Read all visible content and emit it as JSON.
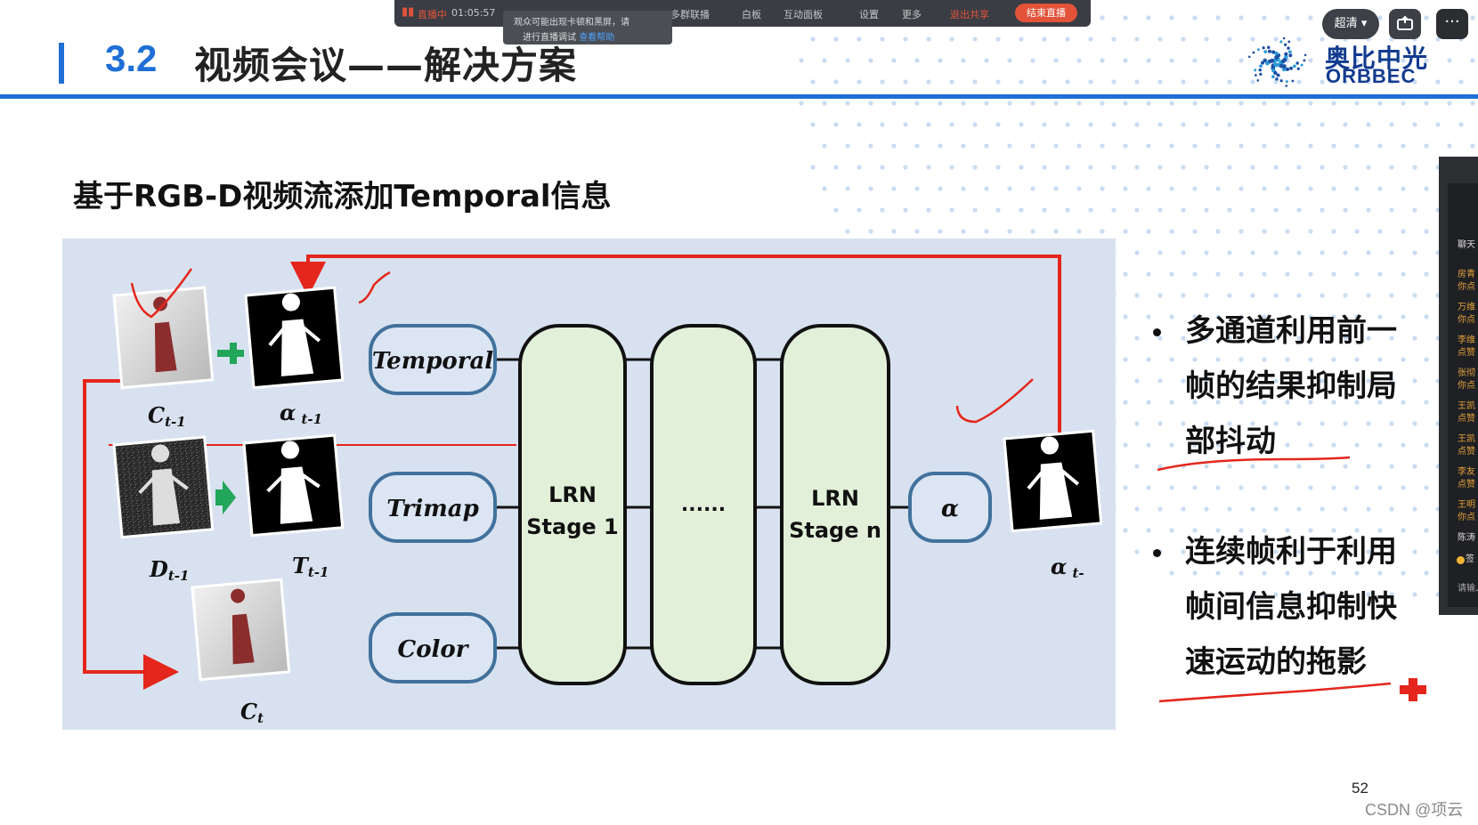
{
  "slide": {
    "section_number": "3.2",
    "title": "视频会议——解决方案",
    "subtitle": "基于RGB-D视频流添加Temporal信息",
    "page_number": "52",
    "watermark": "CSDN @项云"
  },
  "logo": {
    "name_cn": "奥比中光",
    "name_en": "ORBBEC"
  },
  "live_bar": {
    "status": "直播中",
    "elapsed": "01:05:57",
    "tip_line1": "观众可能出现卡顿和黑屏，请",
    "tip_line2": "进行直播调试",
    "tip_link": "查看帮助",
    "items": [
      "多群联播",
      "白板",
      "互动面板",
      "设置",
      "更多",
      "退出共享"
    ],
    "end_label": "结束直播",
    "accent": "#e2533a"
  },
  "top_right": {
    "quality": "超清",
    "more": "···"
  },
  "diagram": {
    "inputs": {
      "c_prev": "C",
      "c_prev_sub": "t-1",
      "alpha_prev": "α",
      "alpha_prev_sub": "t-1",
      "d_prev": "D",
      "d_prev_sub": "t-1",
      "t_prev": "T",
      "t_prev_sub": "t-1",
      "c_t": "C",
      "c_t_sub": "t",
      "alpha_t": "α",
      "alpha_t_sub": "t-"
    },
    "boxes": {
      "temporal": "Temporal",
      "trimap": "Trimap",
      "color": "Color",
      "stage1_line1": "LRN",
      "stage1_line2": "Stage 1",
      "middle": "......",
      "stagen_line1": "LRN",
      "stagen_line2": "Stage n",
      "alpha_out": "α"
    },
    "colors": {
      "panel": "#d8e1ef",
      "arrow_red": "#e4261c",
      "stage_fill": "#e2f0d9",
      "box_border": "#41719c"
    }
  },
  "bullets": [
    {
      "lines": [
        "多通道利用前一",
        "帧的结果抑制局",
        "部抖动"
      ]
    },
    {
      "lines": [
        "连续帧利于利用",
        "帧间信息抑制快",
        "速运动的拖影"
      ]
    }
  ],
  "chat_panel": {
    "header": "聊天",
    "items": [
      "房青",
      "你点",
      "万维",
      "你点",
      "李维",
      "点赞",
      "张彻",
      "你点",
      "王凯",
      "点赞",
      "王凯",
      "点赞",
      "李友",
      "点赞",
      "王明",
      "你点",
      "陈涛",
      "签",
      "请输入"
    ]
  }
}
